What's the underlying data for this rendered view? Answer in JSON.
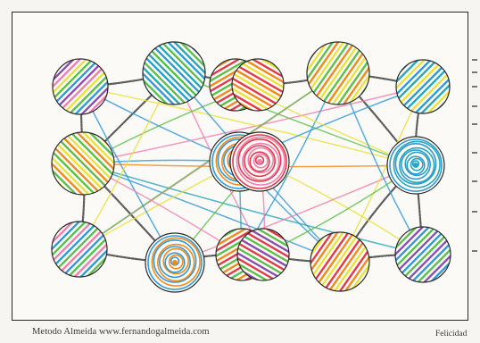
{
  "footer": {
    "left_text": "Metodo Almeida  www.fernandogalmeida.com",
    "right_text": "Felicidad"
  },
  "colors": {
    "blue": "#2f9ad8",
    "teal": "#2aa6b8",
    "green": "#5bbf4a",
    "yellow": "#e8e23a",
    "orange": "#f08a1c",
    "red": "#e23a4b",
    "pink": "#f07fb0",
    "purple": "#8a4fb3",
    "black": "#2a2a2a"
  },
  "circles": [
    {
      "name": "circle-top-left",
      "fill": "stripes",
      "colors": [
        "green",
        "blue",
        "purple",
        "pink",
        "yellow"
      ]
    },
    {
      "name": "circle-top-2",
      "fill": "stripes",
      "colors": [
        "blue",
        "teal",
        "green"
      ]
    },
    {
      "name": "circle-top-middle-left",
      "fill": "stripes",
      "colors": [
        "orange",
        "red",
        "green"
      ]
    },
    {
      "name": "circle-top-middle-right",
      "fill": "stripes",
      "colors": [
        "orange",
        "red",
        "yellow"
      ]
    },
    {
      "name": "circle-top-4",
      "fill": "stripes",
      "colors": [
        "green",
        "orange",
        "yellow"
      ]
    },
    {
      "name": "circle-top-right",
      "fill": "stripes",
      "colors": [
        "blue",
        "teal",
        "yellow"
      ]
    },
    {
      "name": "circle-mid-left",
      "fill": "stripes",
      "colors": [
        "orange",
        "yellow",
        "green"
      ]
    },
    {
      "name": "circle-center-left",
      "fill": "spiral",
      "colors": [
        "blue",
        "orange"
      ]
    },
    {
      "name": "circle-center-right",
      "fill": "spiral",
      "colors": [
        "red",
        "pink"
      ]
    },
    {
      "name": "circle-mid-right",
      "fill": "spiral",
      "colors": [
        "blue",
        "teal"
      ]
    },
    {
      "name": "circle-bottom-left",
      "fill": "stripes",
      "colors": [
        "green",
        "pink",
        "blue"
      ]
    },
    {
      "name": "circle-bottom-2",
      "fill": "spiral",
      "colors": [
        "blue",
        "orange"
      ]
    },
    {
      "name": "circle-bottom-middle-left",
      "fill": "stripes",
      "colors": [
        "green",
        "orange",
        "red"
      ]
    },
    {
      "name": "circle-bottom-middle-right",
      "fill": "stripes",
      "colors": [
        "purple",
        "green",
        "red"
      ]
    },
    {
      "name": "circle-bottom-4",
      "fill": "stripes",
      "colors": [
        "orange",
        "yellow",
        "red"
      ]
    },
    {
      "name": "circle-bottom-right",
      "fill": "stripes",
      "colors": [
        "blue",
        "green",
        "purple"
      ]
    }
  ],
  "connectors": [
    "black",
    "yellow",
    "blue",
    "pink",
    "green",
    "teal",
    "orange"
  ]
}
